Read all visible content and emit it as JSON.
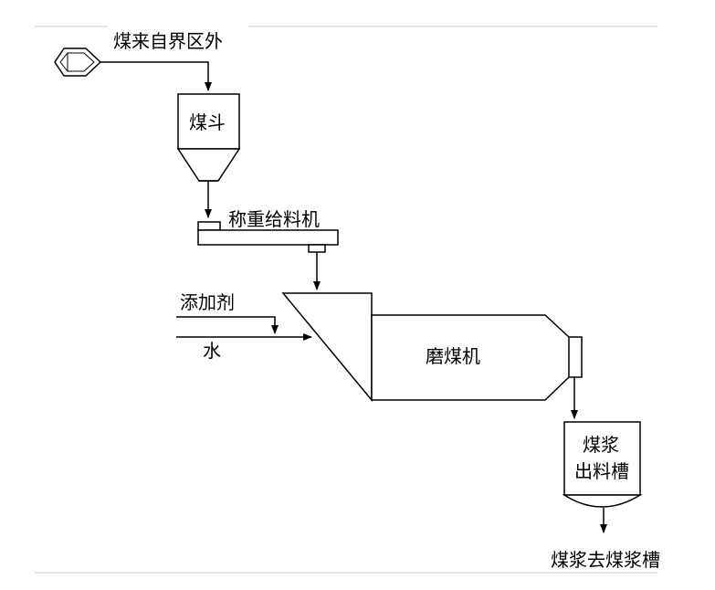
{
  "labels": {
    "coal_source": "煤来自界区外",
    "coal_hopper": "煤斗",
    "weigh_feeder": "称重给料机",
    "additive": "添加剂",
    "water": "水",
    "mill": "磨煤机",
    "slurry_tank_line1": "煤浆",
    "slurry_tank_line2": "出料槽",
    "slurry_out": "煤浆去煤浆槽"
  },
  "colors": {
    "stroke": "#000000",
    "rule": "#c8c8c8",
    "background": "#ffffff"
  }
}
